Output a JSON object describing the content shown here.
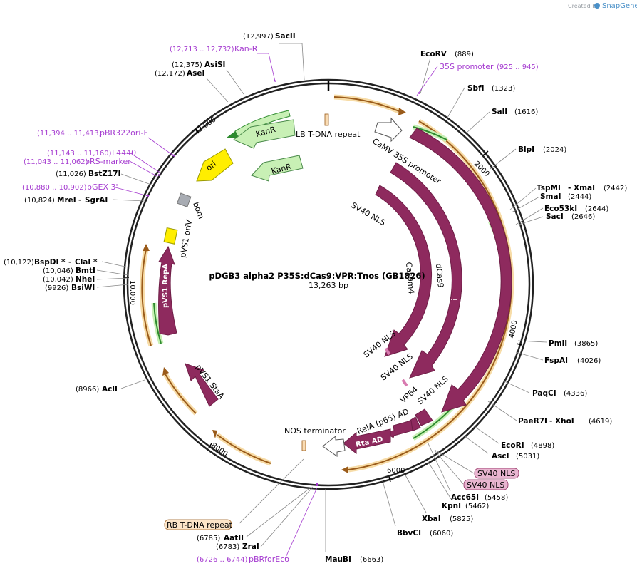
{
  "credit": {
    "created_by": "Created by",
    "brand": "SnapGene"
  },
  "plasmid": {
    "name": "pDGB3 alpha2 P35S:dCas9:VPR:Tnos (GB1826)",
    "size": "13,263 bp"
  },
  "ticks": [
    "2000",
    "4000",
    "6000",
    "8000",
    "10,000",
    "12,000"
  ],
  "sites": [
    {
      "name": "SacII",
      "pos": "(12,997)"
    },
    {
      "name": "AsiSI",
      "pos": "(12,375)"
    },
    {
      "name": "AseI",
      "pos": "(12,172)"
    },
    {
      "name": "BstZ17I",
      "pos": "(11,026)"
    },
    {
      "name": "MreI",
      "name2": "SgrAI",
      "pos": "(10,824)"
    },
    {
      "name": "BspDI *",
      "name2": "ClaI *",
      "pos": "(10,122)"
    },
    {
      "name": "BmtI",
      "pos": "(10,046)"
    },
    {
      "name": "NheI",
      "pos": "(10,042)"
    },
    {
      "name": "BsiWI",
      "pos": "(9926)"
    },
    {
      "name": "AclI",
      "pos": "(8966)"
    },
    {
      "name": "AatII",
      "pos": "(6785)"
    },
    {
      "name": "ZraI",
      "pos": "(6783)"
    },
    {
      "name": "MauBI",
      "pos": "(6663)"
    },
    {
      "name": "BbvCI",
      "pos": "(6060)"
    },
    {
      "name": "XbaI",
      "pos": "(5825)"
    },
    {
      "name": "KpnI",
      "pos": "(5462)"
    },
    {
      "name": "Acc65I",
      "pos": "(5458)"
    },
    {
      "name": "AscI",
      "pos": "(5031)"
    },
    {
      "name": "EcoRI",
      "pos": "(4898)"
    },
    {
      "name": "PaeR7I",
      "name2": "XhoI",
      "pos": "(4619)"
    },
    {
      "name": "PaqCI",
      "pos": "(4336)"
    },
    {
      "name": "FspAI",
      "pos": "(4026)"
    },
    {
      "name": "PmlI",
      "pos": "(3865)"
    },
    {
      "name": "SacI",
      "pos": "(2646)"
    },
    {
      "name": "Eco53kI",
      "pos": "(2644)"
    },
    {
      "name": "SmaI",
      "pos": "(2444)"
    },
    {
      "name": "TspMI",
      "name2": "XmaI",
      "pos": "(2442)"
    },
    {
      "name": "BlpI",
      "pos": "(2024)"
    },
    {
      "name": "SalI",
      "pos": "(1616)"
    },
    {
      "name": "SbfI",
      "pos": "(1323)"
    },
    {
      "name": "EcoRV",
      "pos": "(889)"
    }
  ],
  "primers": [
    {
      "name": "Kan-R",
      "range": "(12,713 .. 12,732)"
    },
    {
      "name": "pBR322ori-F",
      "range": "(11,394 .. 11,413)"
    },
    {
      "name": "L4440",
      "range": "(11,143 .. 11,160)"
    },
    {
      "name": "pRS-marker",
      "range": "(11,043 .. 11,062)"
    },
    {
      "name": "pGEX 3'",
      "range": "(10,880 .. 10,902)"
    },
    {
      "name": "35S promoter",
      "range": "(925 .. 945)"
    },
    {
      "name": "pBRforEco",
      "range": "(6726 .. 6744)"
    }
  ],
  "features": {
    "lb_tdna": "LB T-DNA repeat",
    "rb_tdna": "RB T-DNA repeat",
    "camv35s": "CaMV 35S promoter",
    "kanr1": "KanR",
    "kanr2": "KanR",
    "ori": "ori",
    "bom": "bom",
    "pvs1_oriv": "pVS1 oriV",
    "pvs1_repa": "pVS1 RepA",
    "pvs1_staa": "pVS1 StaA",
    "sv40_nls_inner": "SV40 NLS",
    "cas9m4": "Cas9m4",
    "dcas9": "dCas9",
    "cas9": "Cas9",
    "sv40_nls_a": "SV40 NLS",
    "sv40_nls_b": "SV40 NLS",
    "sv40_nls_c": "SV40 NLS",
    "sv40_nls_box1": "SV40 NLS",
    "sv40_nls_box2": "SV40 NLS",
    "vp64": "VP64",
    "rela": "RelA (p65) AD",
    "rta": "Rta AD",
    "nos": "NOS terminator"
  }
}
